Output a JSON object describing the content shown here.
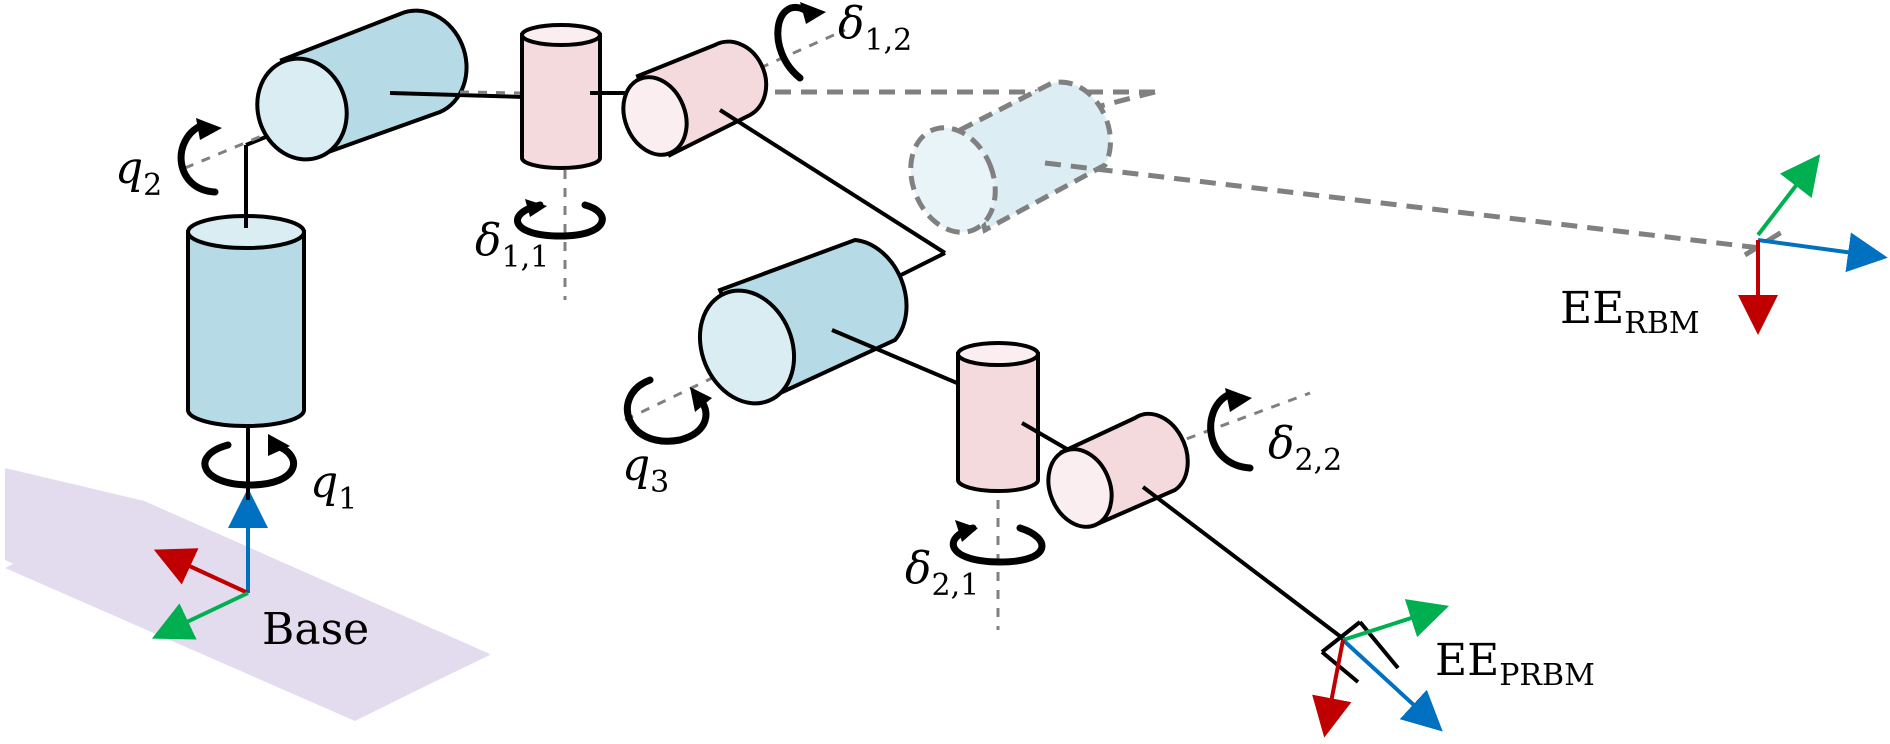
{
  "labels": {
    "q1": {
      "base": "q",
      "sub": "1"
    },
    "q2": {
      "base": "q",
      "sub": "2"
    },
    "q3": {
      "base": "q",
      "sub": "3"
    },
    "delta_1_1": {
      "base": "δ",
      "sub": "1,1"
    },
    "delta_1_2": {
      "base": "δ",
      "sub": "1,2"
    },
    "delta_2_1": {
      "base": "δ",
      "sub": "2,1"
    },
    "delta_2_2": {
      "base": "δ",
      "sub": "2,2"
    },
    "base": "Base",
    "ee_rbm": {
      "base": "EE",
      "sub": "RBM"
    },
    "ee_prbm": {
      "base": "EE",
      "sub": "PRBM"
    }
  },
  "colors": {
    "axis_x": "#c00000",
    "axis_y": "#00b050",
    "axis_z": "#0070c0",
    "rigid_joint": "#b7dbe6",
    "compliant_joint": "#f4dadd",
    "base_plane": "#e3dcee",
    "reference_dashed": "#808080",
    "outline": "#000000"
  },
  "icons": {
    "rotation_arrows": "circular-arrow-icon",
    "frames": "coordinate-frame-icon"
  }
}
